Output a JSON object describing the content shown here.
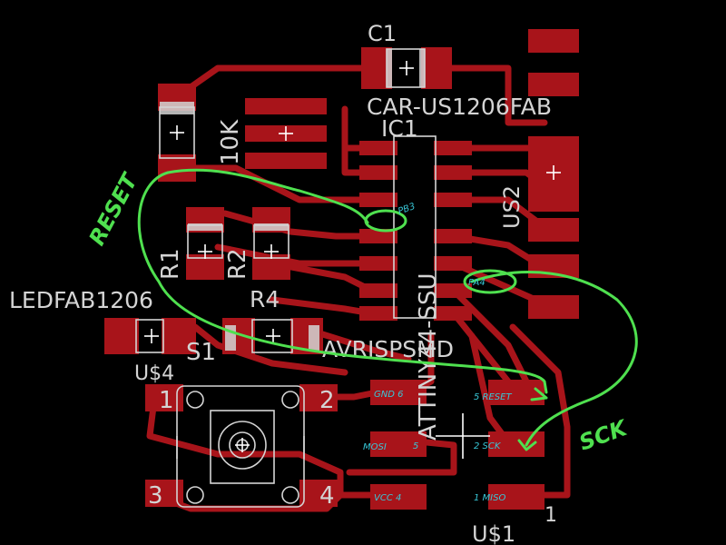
{
  "board": {
    "labels": {
      "c1": "C1",
      "c1_value": "CAR-US1206FAB",
      "ic1": "IC1",
      "ic1_value": "ATTINY44-SSU",
      "r_10k": "10K",
      "r1": "R1",
      "r2": "R2",
      "r4": "R4",
      "led_value": "LEDFAB1206",
      "us4": "U$4",
      "s1": "S1",
      "s1_pin1": "1",
      "s1_pin2": "2",
      "s1_pin3": "3",
      "s1_pin4": "4",
      "avrisp": "AVRISPSMD",
      "us2": "US2",
      "us1": "U$1",
      "us1_pin1": "1"
    },
    "header_pins": {
      "gnd": "GND 6",
      "reset": "5 RESET",
      "mosi": "MOSI",
      "mosi_num": "5",
      "sck": "2 SCK",
      "vcc": "VCC 4",
      "miso": "1 MISO"
    },
    "annotations": {
      "reset": "RESET",
      "sck": "SCK",
      "pb3": "PB3",
      "pa4": "PA4"
    },
    "colors": {
      "background": "#000000",
      "copper": "#a8141a",
      "silkscreen": "#d4d4d4",
      "annotation_green": "#4fe04f",
      "annotation_cyan": "#38c8d8"
    }
  }
}
